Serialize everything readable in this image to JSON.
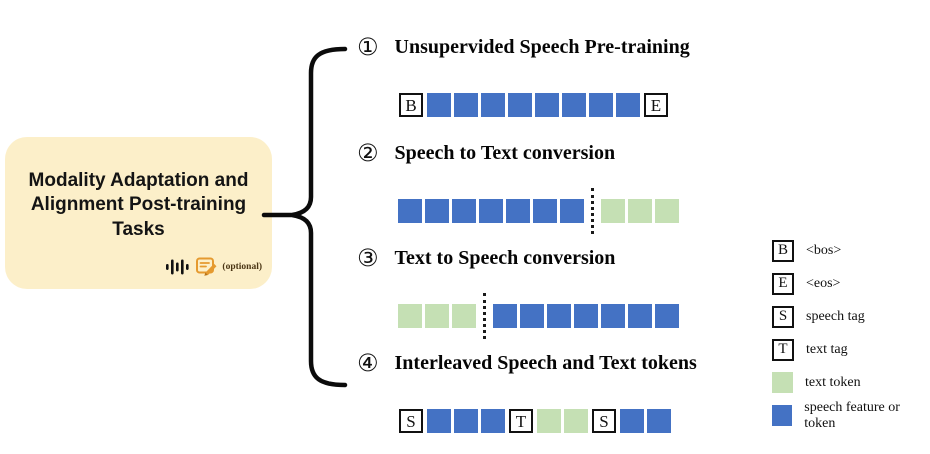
{
  "colors": {
    "speech_token": "#4472c4",
    "text_token": "#c5e0b4",
    "box_bg": "#fcefc9",
    "tag_border": "#111111"
  },
  "root_box": {
    "title": "Modality Adaptation and\nAlignment Post-training\nTasks",
    "optional_label": "(optional)",
    "icons": [
      "waveform-icon",
      "edit-document-icon"
    ]
  },
  "tasks": [
    {
      "number": "①",
      "title": "Unsupervided Speech Pre-training",
      "tokens": [
        {
          "kind": "tag",
          "label": "B"
        },
        {
          "kind": "speech"
        },
        {
          "kind": "speech"
        },
        {
          "kind": "speech"
        },
        {
          "kind": "speech"
        },
        {
          "kind": "speech"
        },
        {
          "kind": "speech"
        },
        {
          "kind": "speech"
        },
        {
          "kind": "speech"
        },
        {
          "kind": "tag",
          "label": "E"
        }
      ]
    },
    {
      "number": "②",
      "title": "Speech to Text conversion",
      "tokens": [
        {
          "kind": "speech"
        },
        {
          "kind": "speech"
        },
        {
          "kind": "speech"
        },
        {
          "kind": "speech"
        },
        {
          "kind": "speech"
        },
        {
          "kind": "speech"
        },
        {
          "kind": "speech"
        },
        {
          "kind": "divider"
        },
        {
          "kind": "text"
        },
        {
          "kind": "text"
        },
        {
          "kind": "text"
        }
      ]
    },
    {
      "number": "③",
      "title": "Text to Speech conversion",
      "tokens": [
        {
          "kind": "text"
        },
        {
          "kind": "text"
        },
        {
          "kind": "text"
        },
        {
          "kind": "divider"
        },
        {
          "kind": "speech"
        },
        {
          "kind": "speech"
        },
        {
          "kind": "speech"
        },
        {
          "kind": "speech"
        },
        {
          "kind": "speech"
        },
        {
          "kind": "speech"
        },
        {
          "kind": "speech"
        }
      ]
    },
    {
      "number": "④",
      "title": "Interleaved Speech and Text tokens",
      "tokens": [
        {
          "kind": "tag",
          "label": "S"
        },
        {
          "kind": "speech"
        },
        {
          "kind": "speech"
        },
        {
          "kind": "speech"
        },
        {
          "kind": "tag",
          "label": "T"
        },
        {
          "kind": "text"
        },
        {
          "kind": "text"
        },
        {
          "kind": "tag",
          "label": "S"
        },
        {
          "kind": "speech"
        },
        {
          "kind": "speech"
        }
      ]
    }
  ],
  "legend": {
    "items": [
      {
        "swatch": "tag",
        "letter": "B",
        "label": "<bos>"
      },
      {
        "swatch": "tag",
        "letter": "E",
        "label": "<eos>"
      },
      {
        "swatch": "tag",
        "letter": "S",
        "label": "speech tag"
      },
      {
        "swatch": "tag",
        "letter": "T",
        "label": "text tag"
      },
      {
        "swatch": "text",
        "label": "text token"
      },
      {
        "swatch": "speech",
        "label": "speech feature or token"
      }
    ]
  }
}
